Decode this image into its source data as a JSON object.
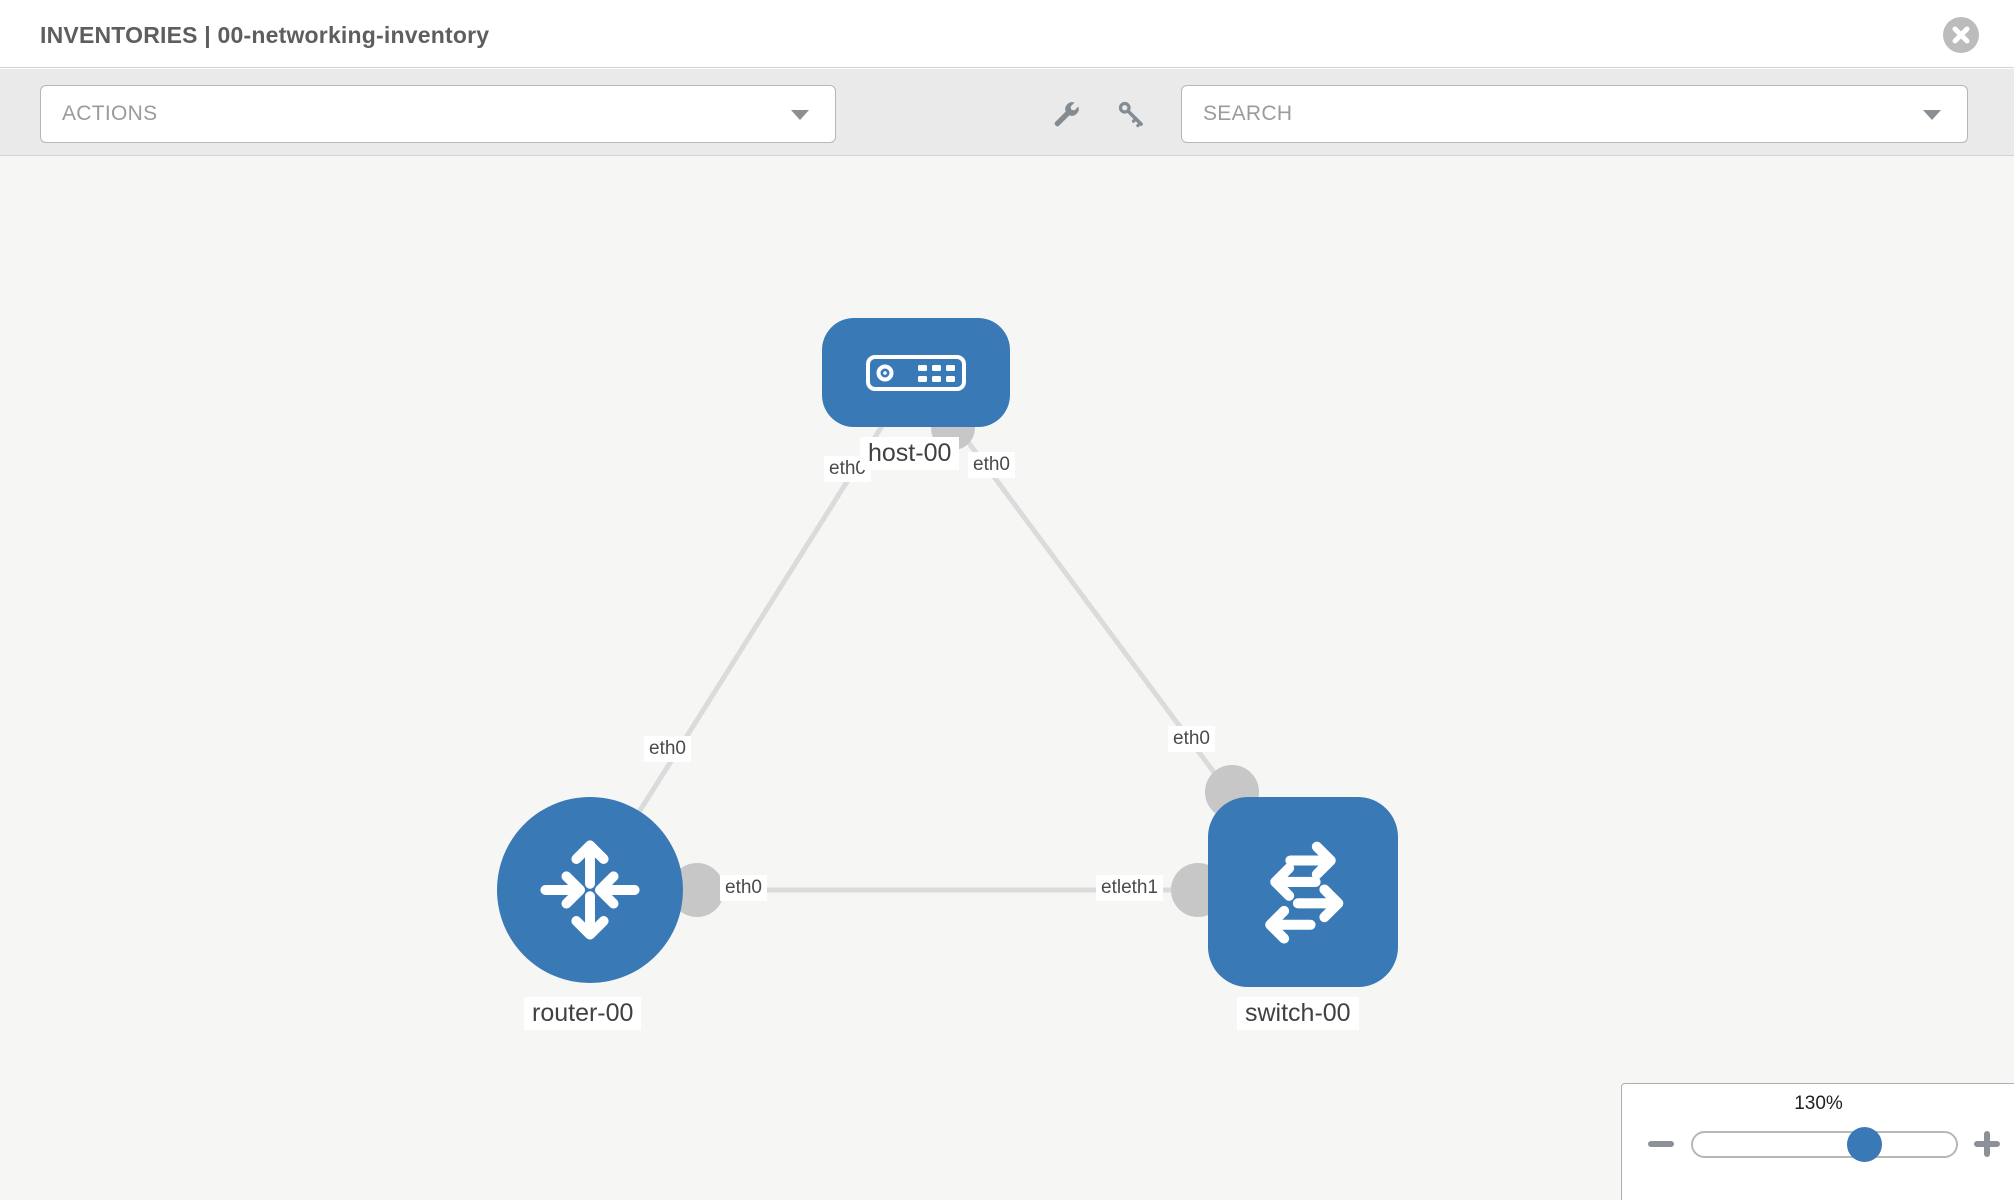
{
  "header": {
    "title": "INVENTORIES | 00-networking-inventory"
  },
  "toolbar": {
    "actions_label": "ACTIONS",
    "search_label": "SEARCH"
  },
  "topology": {
    "nodes": [
      {
        "id": "host-00",
        "type": "host",
        "label": "host-00"
      },
      {
        "id": "router-00",
        "type": "router",
        "label": "router-00"
      },
      {
        "id": "switch-00",
        "type": "switch",
        "label": "switch-00"
      }
    ],
    "links": [
      {
        "from": "host-00",
        "to": "router-00",
        "from_label": "eth0",
        "to_label": "eth0"
      },
      {
        "from": "host-00",
        "to": "switch-00",
        "from_label": "eth0",
        "to_label": "eth0"
      },
      {
        "from": "router-00",
        "to": "switch-00",
        "from_label": "eth0",
        "to_label": "etleth1"
      }
    ]
  },
  "zoom_control": {
    "level": "130%"
  },
  "colors": {
    "node_blue": "#3879b6",
    "link_gray": "#dbdbdb",
    "port_gray": "#c7c7c7",
    "toolbar_bg": "#eaeaea",
    "canvas_bg": "#f6f6f5"
  }
}
